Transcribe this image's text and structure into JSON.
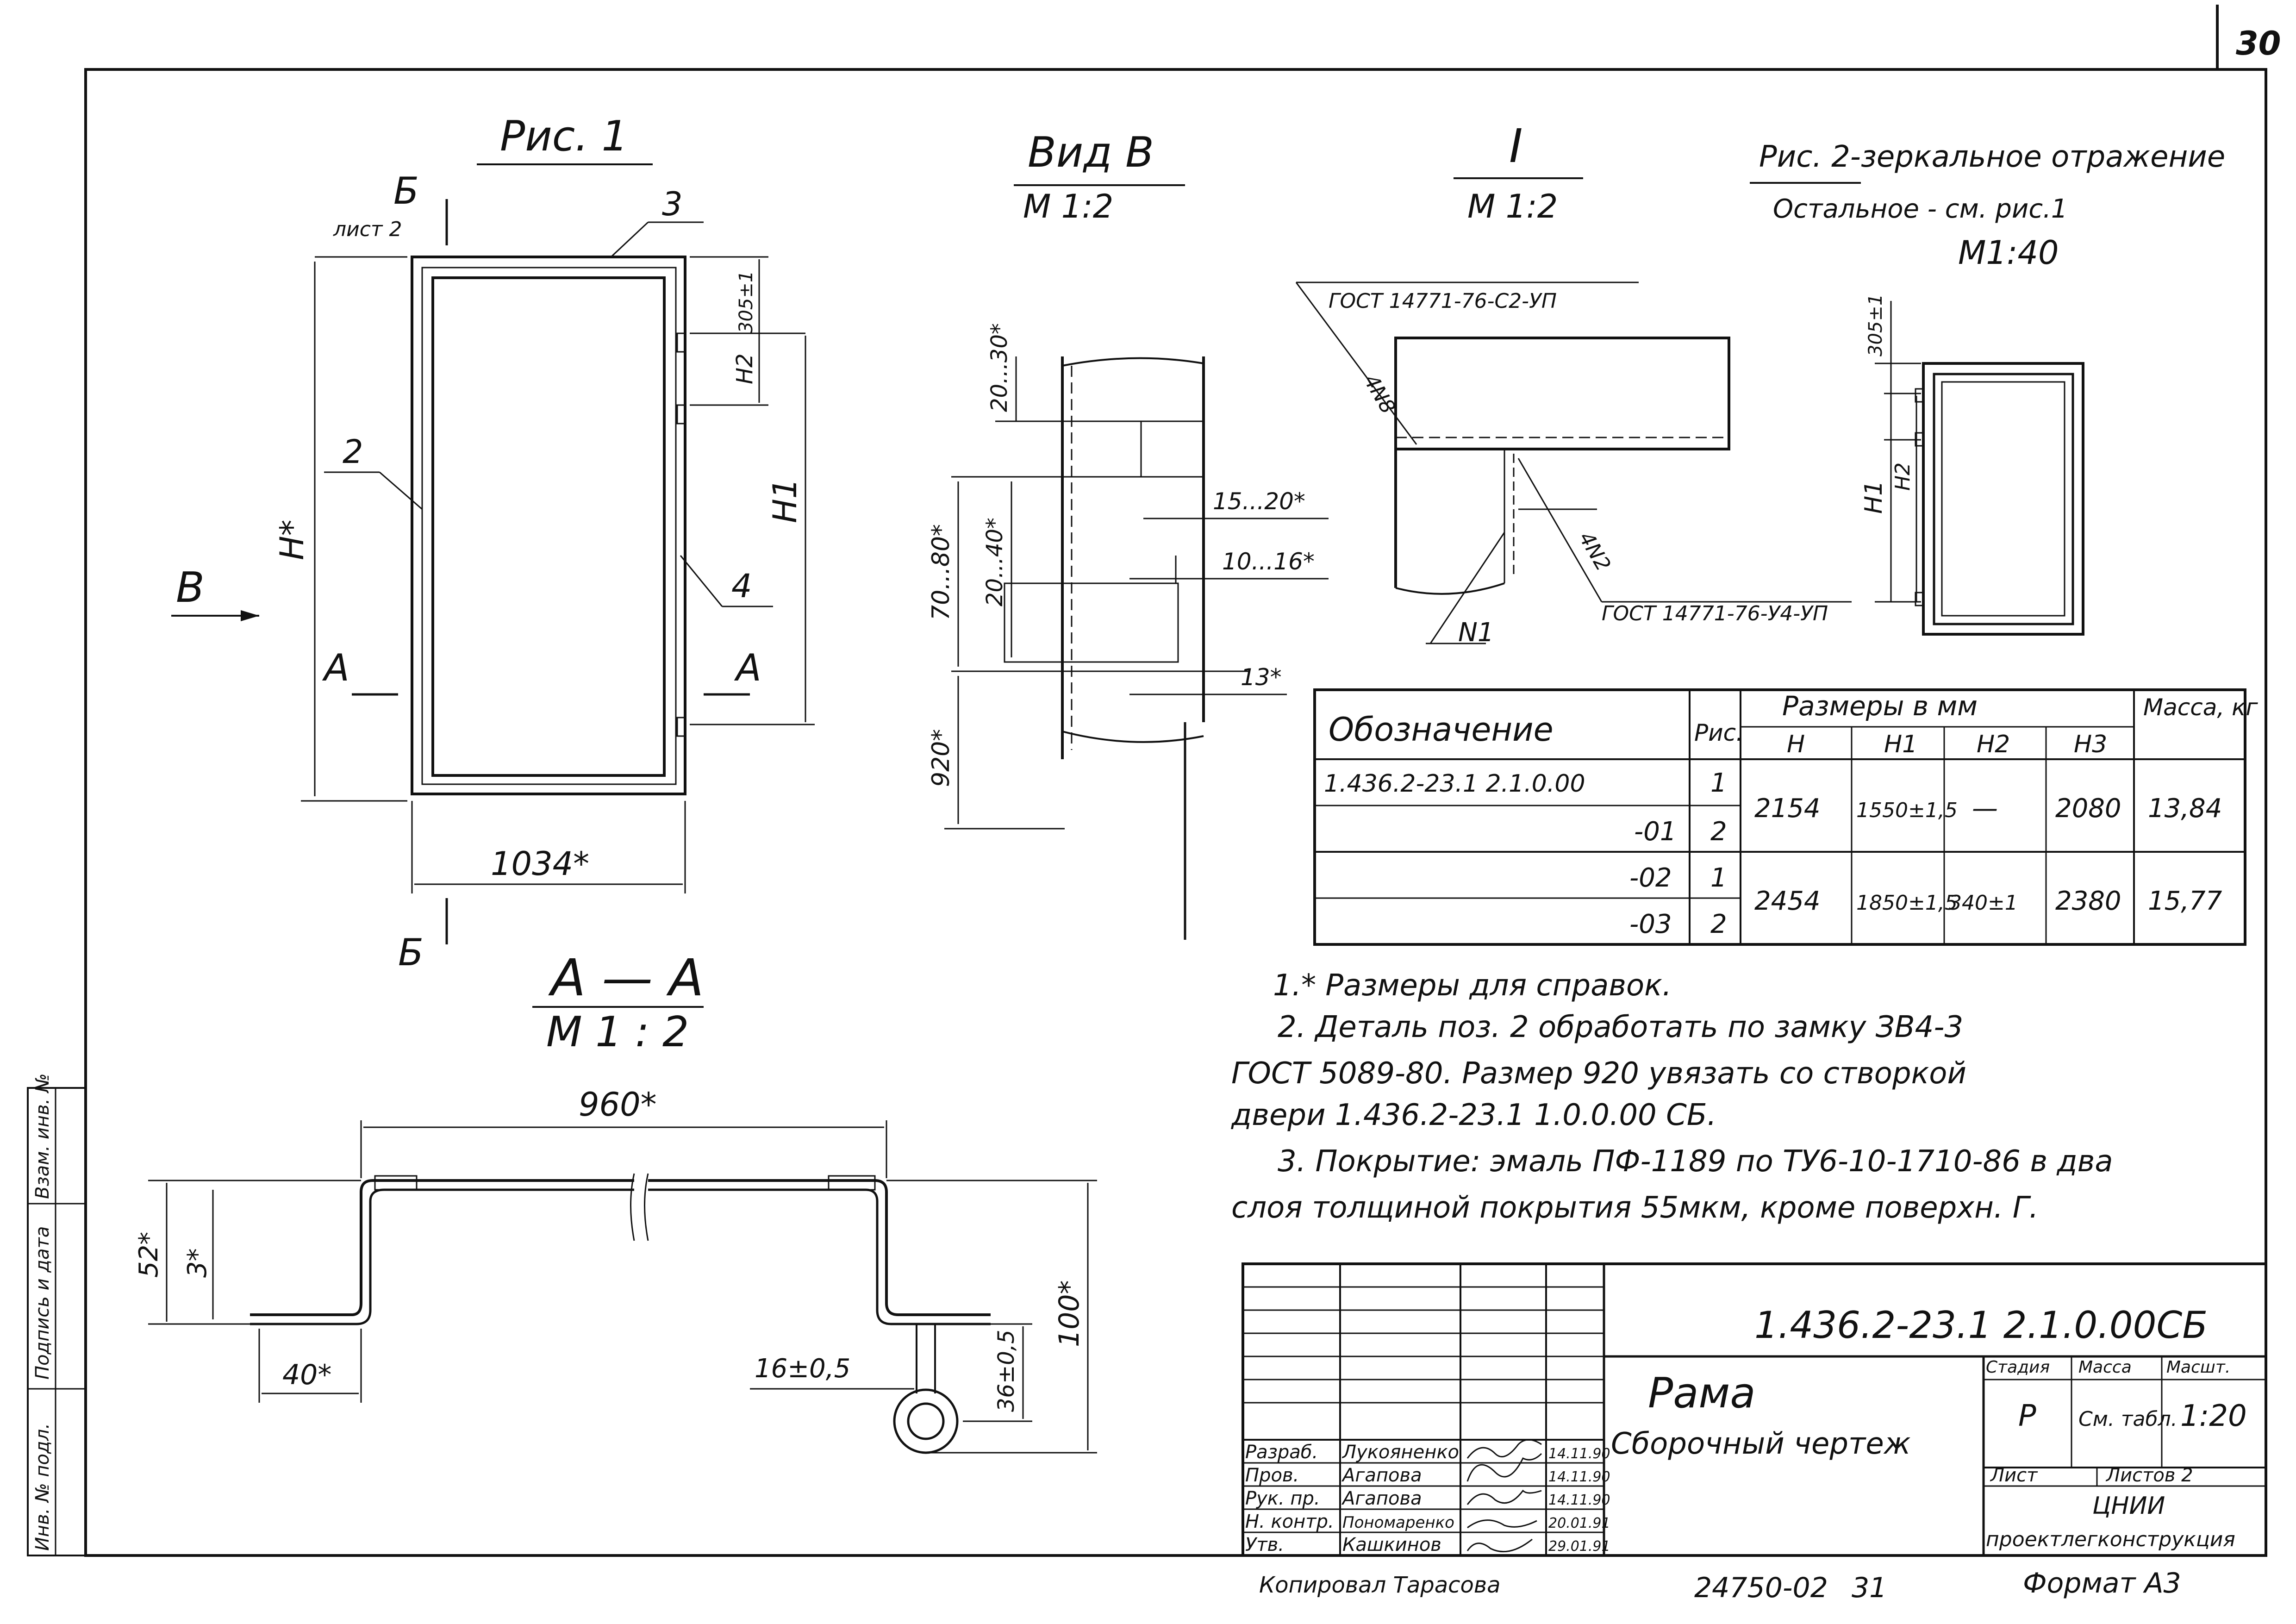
{
  "page_number": "30",
  "fig1": {
    "title": "Рис. 1",
    "section_b": "Б",
    "sheet_ref": "лист 2",
    "pos3": "3",
    "pos2": "2",
    "pos4": "4",
    "dim_h": "H*",
    "dim_h1": "H1",
    "dim_h2": "H2",
    "dim_305": "305±1",
    "dim_width": "1034*",
    "view_b": "В",
    "section_a": "А"
  },
  "view_b": {
    "title": "Вид В",
    "scale": "М 1:2",
    "dims": [
      "20...30*",
      "70...80*",
      "20...40*",
      "920*",
      "15...20*",
      "10...16*",
      "13*"
    ]
  },
  "detail_i": {
    "title": "I",
    "scale": "М 1:2",
    "weld1": "ГОСТ 14771-76-С2-УП",
    "weld2": "ГОСТ 14771-76-У4-УП",
    "n8": "4N8",
    "n2": "4N2",
    "n1": "N1"
  },
  "fig2": {
    "title": "Рис. 2-зеркальное отражение",
    "note": "Остальное - см. рис.1",
    "scale": "М1:40",
    "dim_305": "305±1",
    "dim_h1": "H1",
    "dim_h2": "H2"
  },
  "section_aa": {
    "title": "А — А",
    "scale": "М 1 : 2",
    "dims": [
      "960*",
      "52*",
      "3*",
      "40*",
      "16±0,5",
      "36±0,5",
      "100*"
    ]
  },
  "table": {
    "col_designation": "Обозначение",
    "col_fig": "Рис.",
    "col_sizes": "Размеры в мм",
    "col_mass": "Масса, кг",
    "sub_headers": [
      "H",
      "H1",
      "H2",
      "H3"
    ],
    "rows": [
      {
        "designation": "1.436.2-23.1  2.1.0.00",
        "fig": "1"
      },
      {
        "designation": "-01",
        "fig": "2"
      },
      {
        "designation": "-02",
        "fig": "1"
      },
      {
        "designation": "-03",
        "fig": "2"
      }
    ],
    "groups": [
      {
        "h": "2154",
        "h1": "1550±1,5",
        "h2": "—",
        "h3": "2080",
        "mass": "13,84"
      },
      {
        "h": "2454",
        "h1": "1850±1,5",
        "h2": "340±1",
        "h3": "2380",
        "mass": "15,77"
      }
    ]
  },
  "notes": [
    "1.* Размеры для справок.",
    "2. Деталь поз. 2 обработать по замку ЗВ4-3",
    "ГОСТ 5089-80. Размер 920 увязать со створкой",
    "двери 1.436.2-23.1  1.0.0.00 СБ.",
    "3. Покрытие: эмаль ПФ-1189 по ТУ6-10-1710-86 в два",
    "слоя толщиной покрытия 55мкм, кроме поверхн. Г."
  ],
  "side_stamp": [
    "Инв. № подл.",
    "Подпись и дата",
    "Взам. инв. №"
  ],
  "title_block": {
    "code": "1.436.2-23.1  2.1.0.00СБ",
    "name": "Рама",
    "doc_type": "Сборочный чертеж",
    "stage_h": "Стадия",
    "mass_h": "Масса",
    "scale_h": "Масшт.",
    "stage": "Р",
    "mass": "См. табл.",
    "scale": "1:20",
    "sheet_h": "Лист",
    "sheets_h": "Листов 2",
    "org1": "ЦНИИ",
    "org2": "проектлегконструкция",
    "staff": [
      {
        "role": "Разраб.",
        "name": "Лукояненко",
        "date": "14.11.90"
      },
      {
        "role": "Пров.",
        "name": "Агапова",
        "date": "14.11.90"
      },
      {
        "role": "Рук. пр.",
        "name": "Агапова",
        "date": "14.11.90"
      },
      {
        "role": "Н. контр.",
        "name": "Пономаренко",
        "date": "20.01.91"
      },
      {
        "role": "Утв.",
        "name": "Кашкинов",
        "date": "29.01.91"
      }
    ],
    "copied": "Копировал Тарасова",
    "order": "24750-02",
    "order_sheet": "31",
    "format": "Формат А3"
  }
}
